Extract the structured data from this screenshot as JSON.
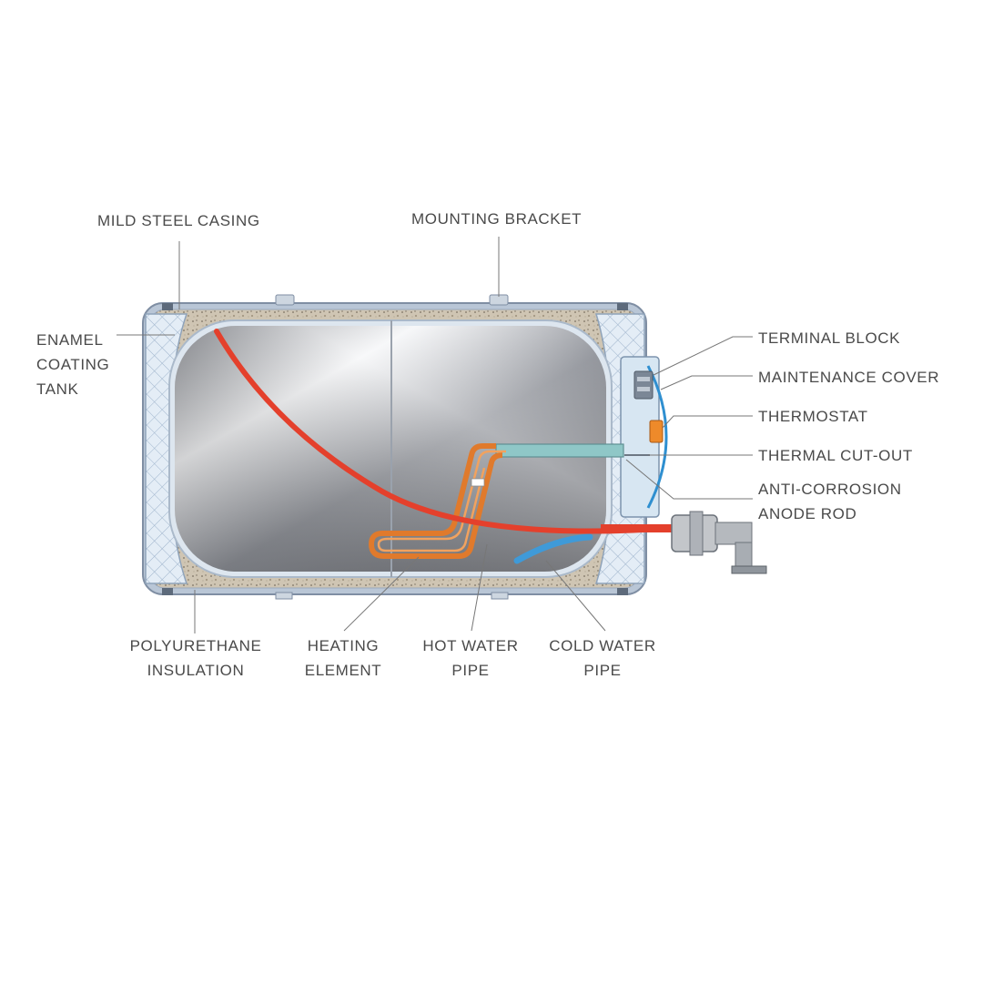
{
  "labels": {
    "mild_steel_casing": "MILD STEEL CASING",
    "mounting_bracket": "MOUNTING BRACKET",
    "enamel_coating_tank": [
      "ENAMEL",
      "COATING",
      "TANK"
    ],
    "terminal_block": "TERMINAL BLOCK",
    "maintenance_cover": "MAINTENANCE COVER",
    "thermostat": "THERMOSTAT",
    "thermal_cut_out": "THERMAL CUT-OUT",
    "anti_corrosion_anode_rod": [
      "ANTI-CORROSION",
      "ANODE ROD"
    ],
    "polyurethane_insulation": [
      "POLYURETHANE",
      "INSULATION"
    ],
    "heating_element": [
      "HEATING",
      "ELEMENT"
    ],
    "hot_water_pipe": [
      "HOT WATER",
      "PIPE"
    ],
    "cold_water_pipe": [
      "COLD WATER",
      "PIPE"
    ]
  },
  "colors": {
    "casing": "#9aa9bd",
    "insulation": "#c9bfae",
    "foam_end": "#dfe8f2",
    "hot_pipe": "#e4402c",
    "cold_pipe": "#3f9ad8",
    "element": "#e07a2c",
    "leader": "#777777"
  }
}
